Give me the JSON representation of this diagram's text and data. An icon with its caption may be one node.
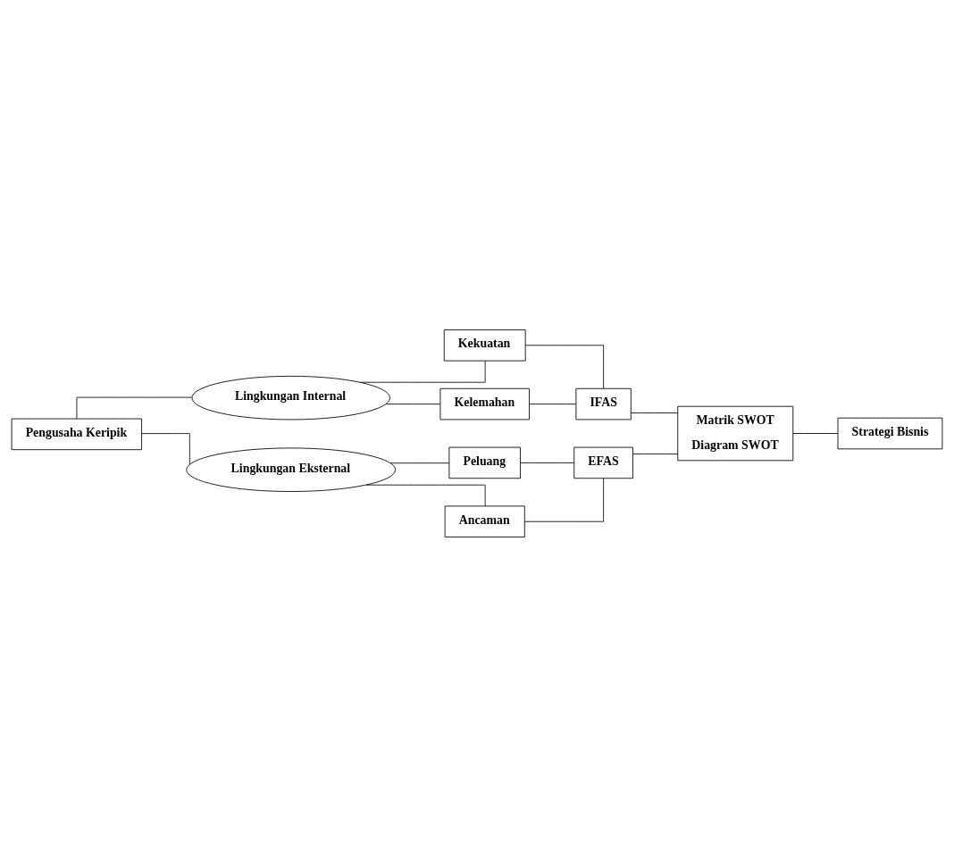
{
  "diagram": {
    "nodes": [
      {
        "text": [
          "Kekuatan"
        ]
      },
      {
        "text": [
          "Lingkungan Internal"
        ]
      },
      {
        "text": [
          "IFAS"
        ]
      },
      {
        "text": [
          "Kelemahan"
        ]
      },
      {
        "text": [
          "Pengusaha Keripik"
        ]
      },
      {
        "text": [
          "Matrik SWOT",
          "Diagram SWOT"
        ]
      },
      {
        "text": [
          "Strategi Bisnis"
        ]
      },
      {
        "text": [
          "Peluang"
        ]
      },
      {
        "text": [
          "EFAS"
        ]
      },
      {
        "text": [
          "Lingkungan Eksternal"
        ]
      },
      {
        "text": [
          "Ancaman"
        ]
      }
    ],
    "edges": [
      {
        "from": 4,
        "to": 1,
        "arrow": "none"
      },
      {
        "from": 4,
        "to": 9,
        "arrow": "none"
      },
      {
        "from": 1,
        "to": 0,
        "arrow": "none"
      },
      {
        "from": 1,
        "to": 3,
        "arrow": "none"
      },
      {
        "from": 0,
        "to": 2,
        "arrow": "none"
      },
      {
        "from": 3,
        "to": 2,
        "arrow": "none"
      },
      {
        "from": 9,
        "to": 7,
        "arrow": "none"
      },
      {
        "from": 9,
        "to": 10,
        "arrow": "none"
      },
      {
        "from": 7,
        "to": 8,
        "arrow": "none"
      },
      {
        "from": 10,
        "to": 8,
        "arrow": "none"
      },
      {
        "from": 2,
        "to": 5,
        "arrow": "none"
      },
      {
        "from": 8,
        "to": 5,
        "arrow": "none"
      },
      {
        "from": 5,
        "to": 6,
        "arrow": "none"
      }
    ]
  }
}
